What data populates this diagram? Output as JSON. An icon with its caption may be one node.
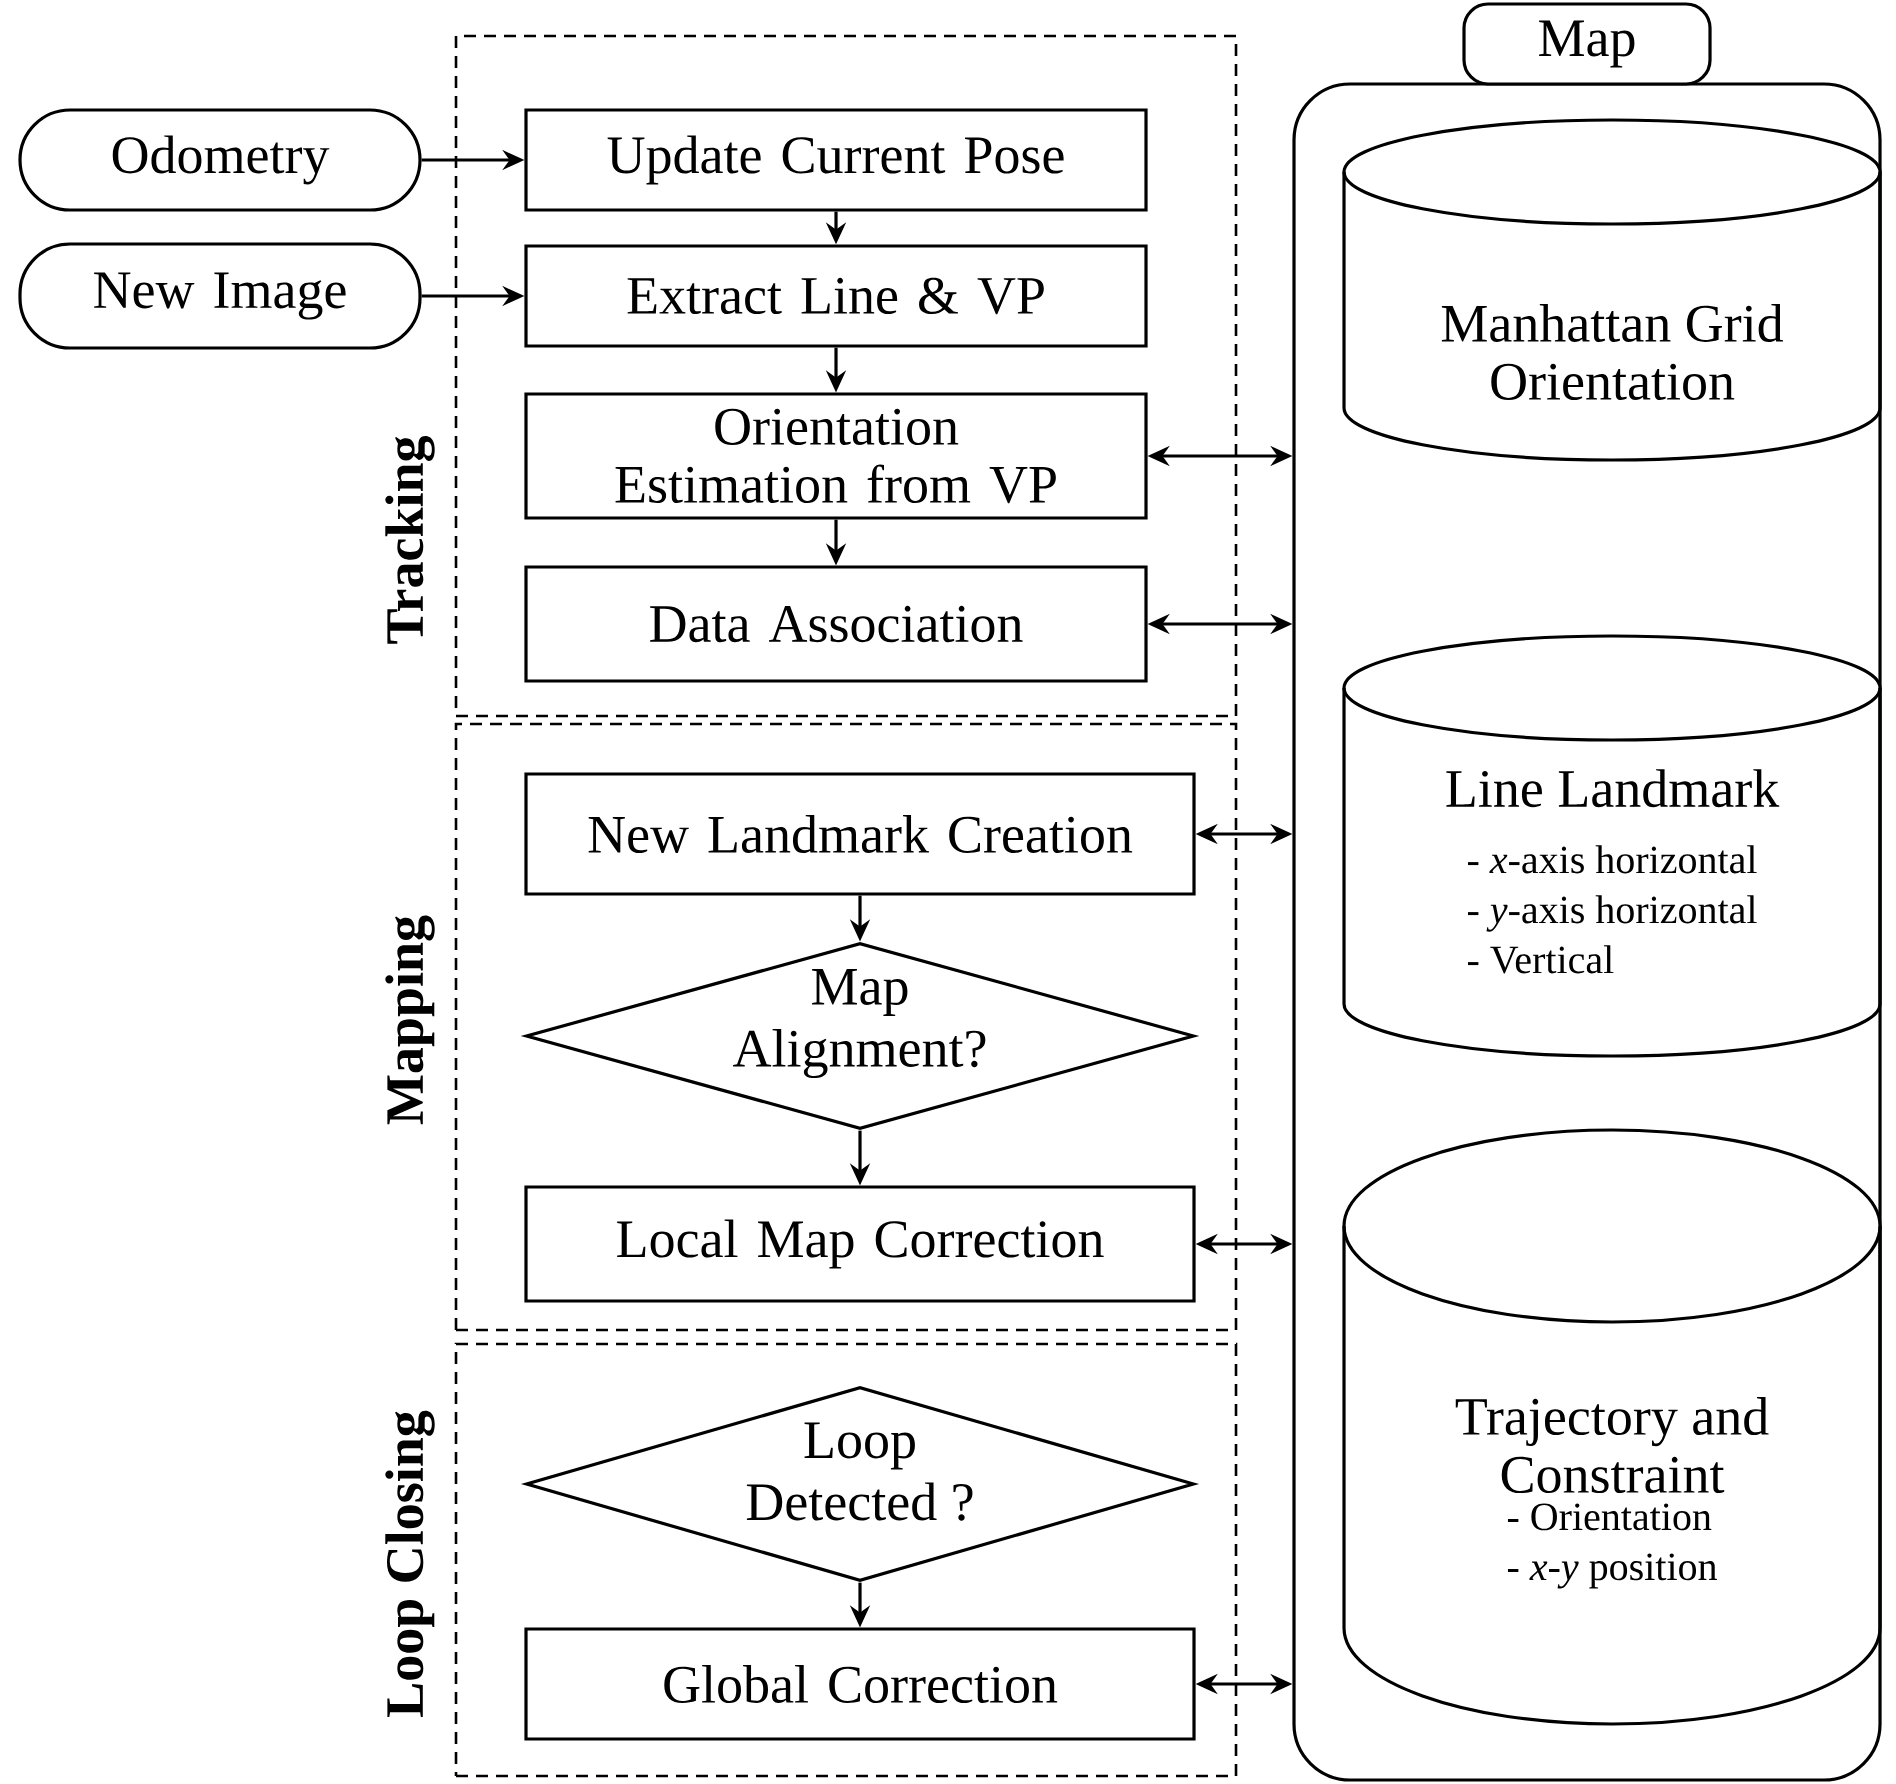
{
  "diagram": {
    "nodes": [
      {
        "text": [
          "Tracking"
        ]
      },
      {
        "text": [
          "Mapping"
        ]
      },
      {
        "text": [
          "Loop Closing"
        ]
      },
      {
        "text": [
          "Map"
        ]
      },
      {
        "text": [
          "Odometry"
        ]
      },
      {
        "text": [
          "New Image"
        ]
      },
      {
        "text": [
          "Update Current Pose"
        ],
        "in": 0
      },
      {
        "text": [
          "Extract Line & VP"
        ],
        "in": 0
      },
      {
        "text": [
          "Orientation Estimation from VP"
        ],
        "in": 0
      },
      {
        "text": [
          "Data Association"
        ],
        "in": 0
      },
      {
        "text": [
          "New Landmark Creation"
        ],
        "in": 1
      },
      {
        "text": [
          "Map Alignment?"
        ],
        "in": 1
      },
      {
        "text": [
          "Local Map Correction"
        ],
        "in": 1
      },
      {
        "text": [
          "Loop Detected ?"
        ],
        "in": 2
      },
      {
        "text": [
          "Global Correction"
        ],
        "in": 2
      },
      {
        "text": [
          "Manhattan Grid Orientation"
        ],
        "in": 3
      },
      {
        "text": [
          "Line Landmark",
          "- *x*-axis horizontal",
          "- *y*-axis horizontal",
          "- Vertical"
        ],
        "in": 3
      },
      {
        "text": [
          "Trajectory and Constraint",
          "- Orientation",
          "- *x*-*y* position"
        ],
        "in": 3
      }
    ],
    "edges": [
      {
        "from": 4,
        "to": 6,
        "arrow": "to"
      },
      {
        "from": 5,
        "to": 7,
        "arrow": "to"
      },
      {
        "from": 6,
        "to": 7,
        "arrow": "to"
      },
      {
        "from": 7,
        "to": 8,
        "arrow": "to"
      },
      {
        "from": 8,
        "to": 9,
        "arrow": "to"
      },
      {
        "from": 10,
        "to": 11,
        "arrow": "to"
      },
      {
        "from": 11,
        "to": 12,
        "arrow": "to"
      },
      {
        "from": 13,
        "to": 14,
        "arrow": "to"
      },
      {
        "from": 8,
        "to": 3,
        "arrow": "both"
      },
      {
        "from": 9,
        "to": 3,
        "arrow": "both"
      },
      {
        "from": 10,
        "to": 3,
        "arrow": "both"
      },
      {
        "from": 12,
        "to": 3,
        "arrow": "both"
      },
      {
        "from": 14,
        "to": 3,
        "arrow": "both"
      }
    ]
  }
}
